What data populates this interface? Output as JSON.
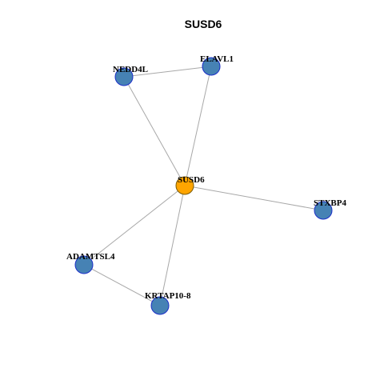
{
  "title": "SUSD6",
  "colors": {
    "center_fill": "#FFA500",
    "neighbor_fill": "#4682B4",
    "node_stroke": "#1C2FC9",
    "center_stroke": "#7A5A00",
    "edge": "#A8A8A8"
  },
  "nodes": [
    {
      "id": "SUSD6",
      "label": "SUSD6",
      "role": "center"
    },
    {
      "id": "NEDD4L",
      "label": "NEDD4L",
      "role": "neighbor"
    },
    {
      "id": "ELAVL1",
      "label": "ELAVL1",
      "role": "neighbor"
    },
    {
      "id": "STXBP4",
      "label": "STXBP4",
      "role": "neighbor"
    },
    {
      "id": "ADAMTSL4",
      "label": "ADAMTSL4",
      "role": "neighbor"
    },
    {
      "id": "KRTAP10-8",
      "label": "KRTAP10-8",
      "role": "neighbor"
    }
  ],
  "edges": [
    [
      "NEDD4L",
      "ELAVL1"
    ],
    [
      "NEDD4L",
      "SUSD6"
    ],
    [
      "ELAVL1",
      "SUSD6"
    ],
    [
      "SUSD6",
      "STXBP4"
    ],
    [
      "SUSD6",
      "ADAMTSL4"
    ],
    [
      "SUSD6",
      "KRTAP10-8"
    ],
    [
      "ADAMTSL4",
      "KRTAP10-8"
    ]
  ]
}
